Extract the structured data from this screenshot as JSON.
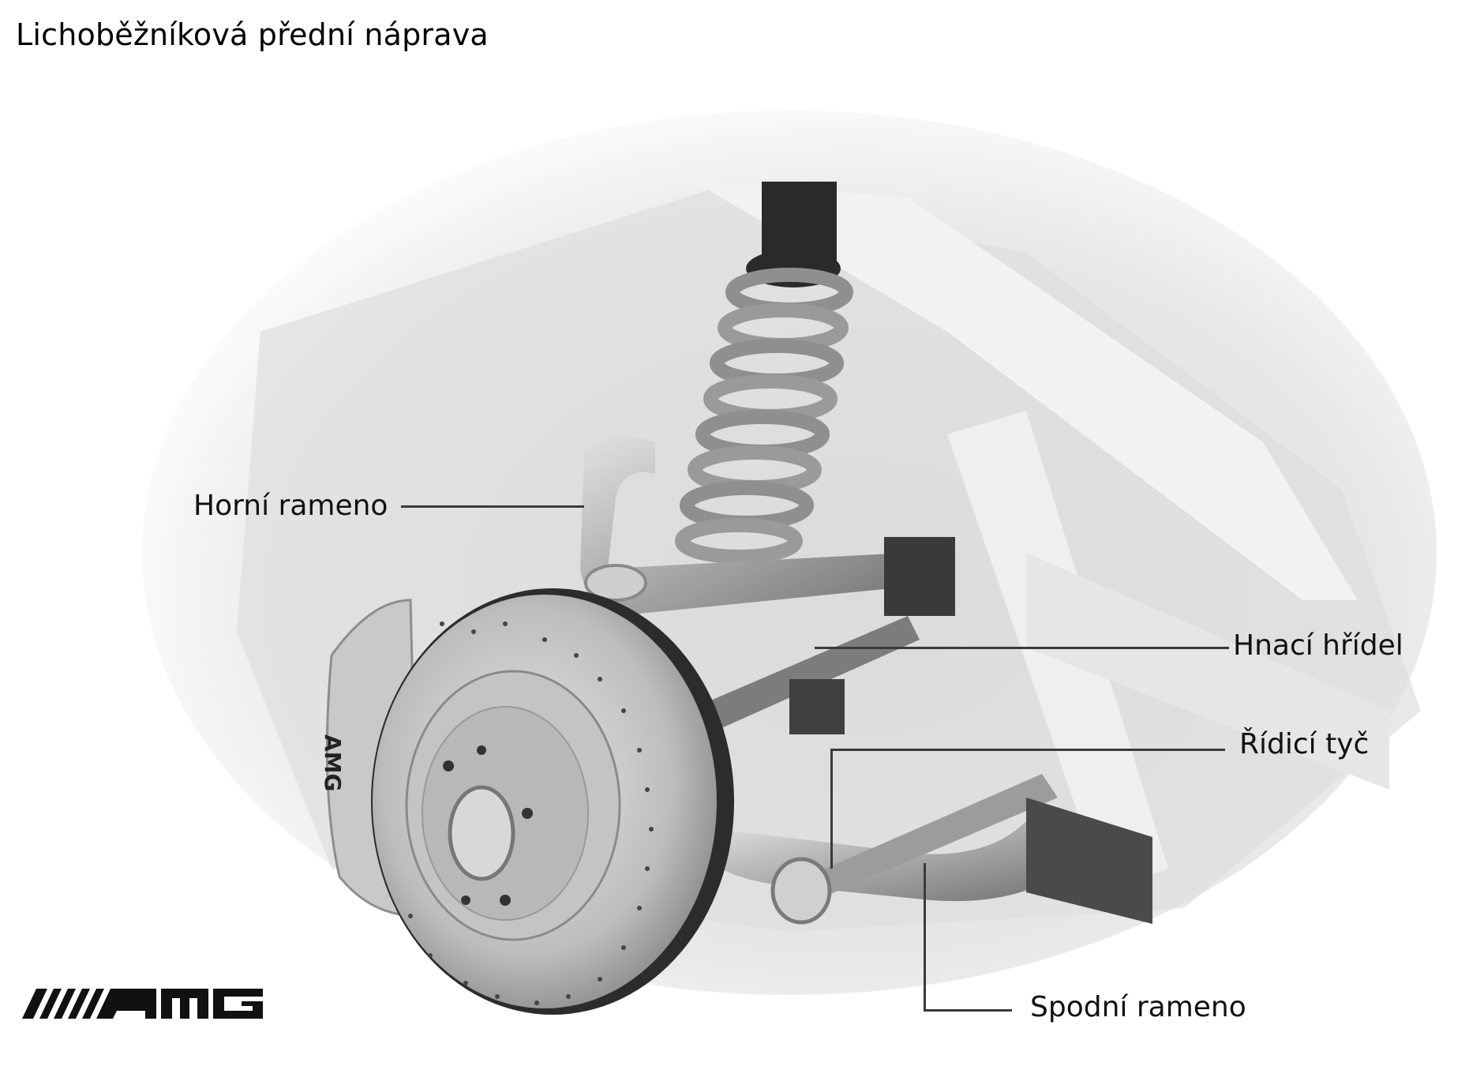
{
  "title": "Lichoběžníková přední náprava",
  "labels": {
    "upper_arm": "Horní rameno",
    "drive_shaft": "Hnací hřídel",
    "steering_rod": "Řídicí tyč",
    "lower_arm": "Spodní rameno"
  },
  "logo": {
    "text": "AMG",
    "brand": "AMG"
  },
  "caliper_text": "AMG",
  "colors": {
    "background": "#ffffff",
    "text": "#111111",
    "leader": "#3a3a3a",
    "metal": "#b8b8b8",
    "dark": "#2a2a2a"
  }
}
